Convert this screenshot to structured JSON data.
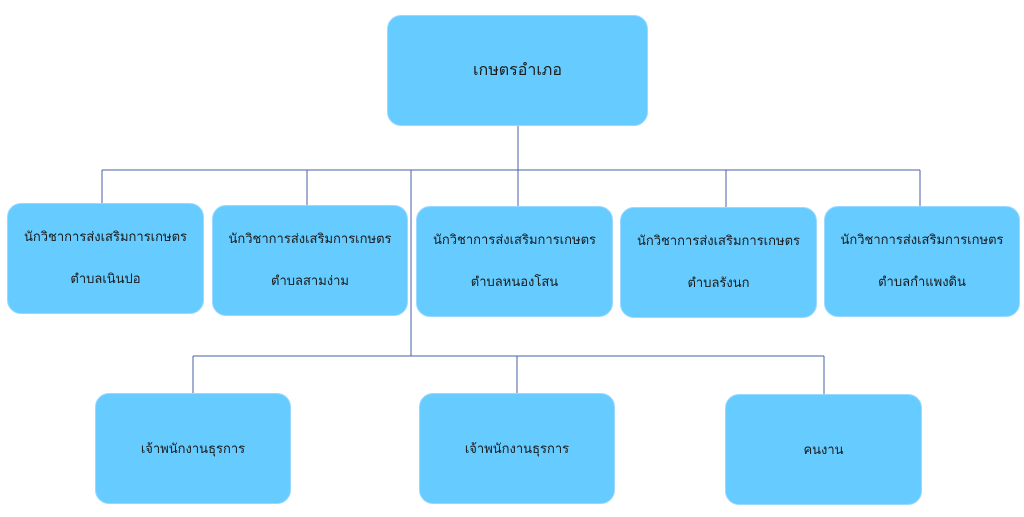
{
  "org_chart": {
    "root": {
      "label": "เกษตรอำเภอ"
    },
    "officers": [
      {
        "title": "นักวิชาการส่งเสริมการเกษตร",
        "area": "ตำบลเนินปอ"
      },
      {
        "title": "นักวิชาการส่งเสริมการเกษตร",
        "area": "ตำบลสามง่าม"
      },
      {
        "title": "นักวิชาการส่งเสริมการเกษตร",
        "area": "ตำบลหนองโสน"
      },
      {
        "title": "นักวิชาการส่งเสริมการเกษตร",
        "area": "ตำบลรังนก"
      },
      {
        "title": "นักวิชาการส่งเสริมการเกษตร",
        "area": "ตำบลกำแพงดิน"
      }
    ],
    "staff": [
      {
        "label": "เจ้าพนักงานธุรการ"
      },
      {
        "label": "เจ้าพนักงานธุรการ"
      },
      {
        "label": "คนงาน"
      }
    ],
    "colors": {
      "box_fill": "#66ccff",
      "connector": "#4a5fa8"
    }
  }
}
